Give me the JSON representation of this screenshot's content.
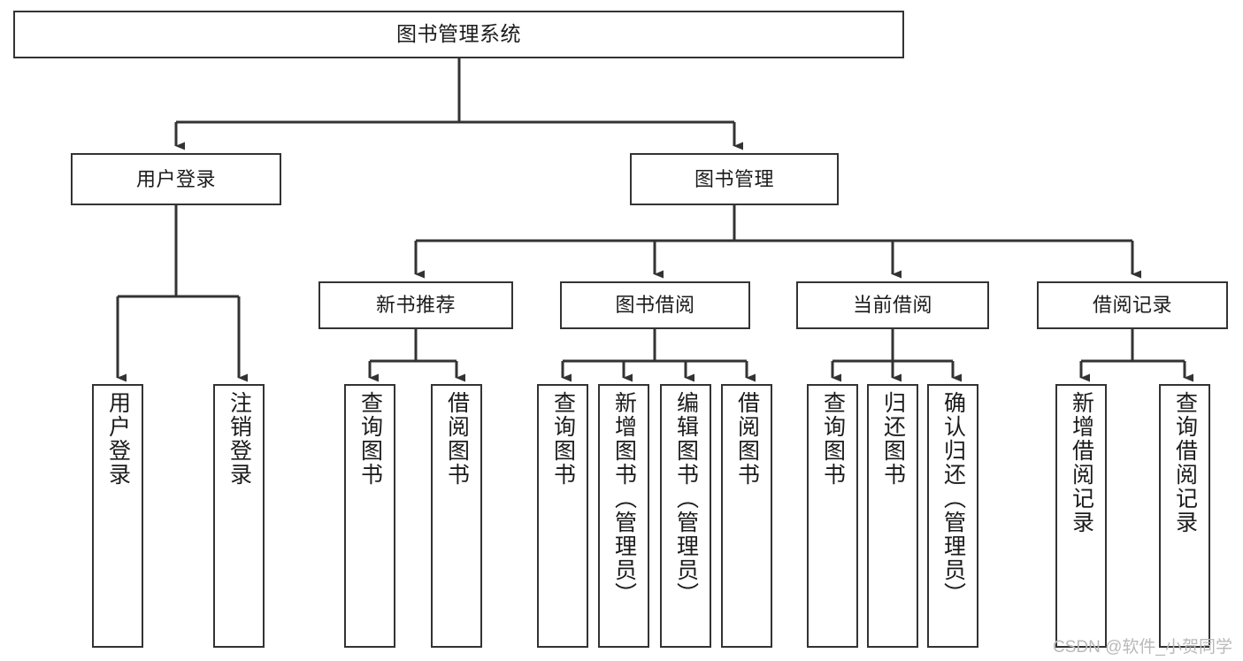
{
  "diagram": {
    "type": "tree-hierarchy",
    "title": "图书管理系统",
    "colors": {
      "border": "#333333",
      "background": "#ffffff",
      "text": "#1b1b1b",
      "connector": "#333333",
      "watermark": "#b9b9b9"
    },
    "root": {
      "label": "图书管理系统"
    },
    "level2": [
      {
        "label": "用户登录"
      },
      {
        "label": "图书管理"
      }
    ],
    "level3": [
      {
        "label": "新书推荐"
      },
      {
        "label": "图书借阅"
      },
      {
        "label": "当前借阅"
      },
      {
        "label": "借阅记录"
      }
    ],
    "leaves": {
      "user_login": [
        {
          "label": "用户登录"
        },
        {
          "label": "注销登录"
        }
      ],
      "new_book_recommend": [
        {
          "label": "查询图书"
        },
        {
          "label": "借阅图书"
        }
      ],
      "book_borrow": [
        {
          "label": "查询图书"
        },
        {
          "label": "新增图书（管理员）"
        },
        {
          "label": "编辑图书（管理员）"
        },
        {
          "label": "借阅图书"
        }
      ],
      "current_borrow": [
        {
          "label": "查询图书"
        },
        {
          "label": "归还图书"
        },
        {
          "label": "确认归还（管理员）"
        }
      ],
      "borrow_record": [
        {
          "label": "新增借阅记录"
        },
        {
          "label": "查询借阅记录"
        }
      ]
    },
    "watermark": "CSDN @软件_小贺同学"
  }
}
